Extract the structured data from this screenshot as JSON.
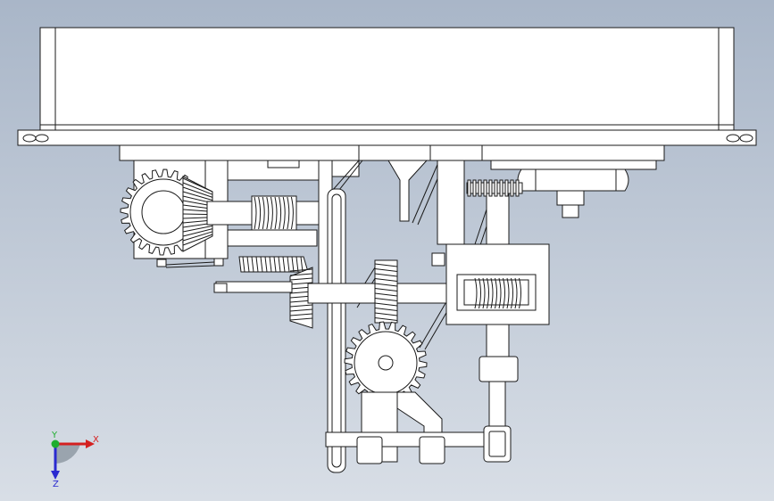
{
  "viewport": {
    "background_top": "#a9b6c8",
    "background_bottom": "#d8dee6"
  },
  "model": {
    "part_fill": "#ffffff",
    "edge_color": "#1a1a1a",
    "gear_tooth_fill": "#ffffff"
  },
  "triad": {
    "x_label": "X",
    "y_label": "Y",
    "z_label": "Z",
    "x_color": "#d42020",
    "y_color": "#1fae2f",
    "z_color": "#2a2ad0"
  }
}
